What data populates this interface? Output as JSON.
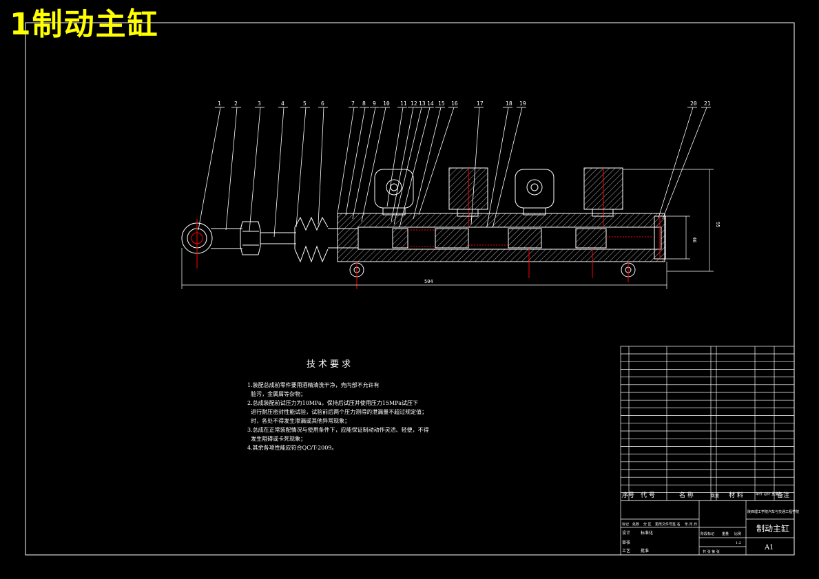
{
  "title": "1制动主缸",
  "balloons": [
    "1",
    "2",
    "3",
    "4",
    "5",
    "6",
    "7",
    "8",
    "9",
    "10",
    "11",
    "12",
    "13",
    "14",
    "15",
    "16",
    "17",
    "18",
    "19",
    "20",
    "21"
  ],
  "dimensions": {
    "overall_length": "504",
    "height": "95",
    "bore": "46"
  },
  "requirements": {
    "heading": "技术要求",
    "items": [
      "1.装配总成前零件要用酒精清洗干净，壳内部不允许有",
      "  脏污，金属屑等杂物；",
      "2.总成装配前试压力为10MPa，保持后试压并使用压力15MPa试压下",
      "  进行耐压密封性能试验，试验前后两个压力测得的泄漏量不超过规定值；",
      "  时，各处不得发生渗漏或其他异常现象；",
      "3.总成在正常装配情况与使用条件下，应能保证制动动作灵活、轻便，不得",
      "  发生阻碍或卡死现象；",
      "4.其余各项性能应符合QC/T-2009。"
    ]
  },
  "title_block": {
    "drawing_name": "制动主缸",
    "sheet_size": "A1",
    "scale": "1:2",
    "header": {
      "seq": "序号",
      "code": "代 号",
      "name": "名 称",
      "qty": "数量",
      "material": "材 料",
      "weight_label": "单件 总计 重量",
      "remark": "备注"
    },
    "school": "陕西理工学院汽车与交通工程学院",
    "sign_row": [
      "标记",
      "处数",
      "分 区",
      "更改文件号",
      "签 名",
      "年.月.日"
    ],
    "row_design": "设计",
    "row_check": "审核",
    "row_process": "工艺",
    "row_approve": "批准",
    "row_std": "标准化",
    "stage": "阶段标记",
    "weight": "重量",
    "ratio": "比例",
    "sheets": "共  张  第  张"
  }
}
